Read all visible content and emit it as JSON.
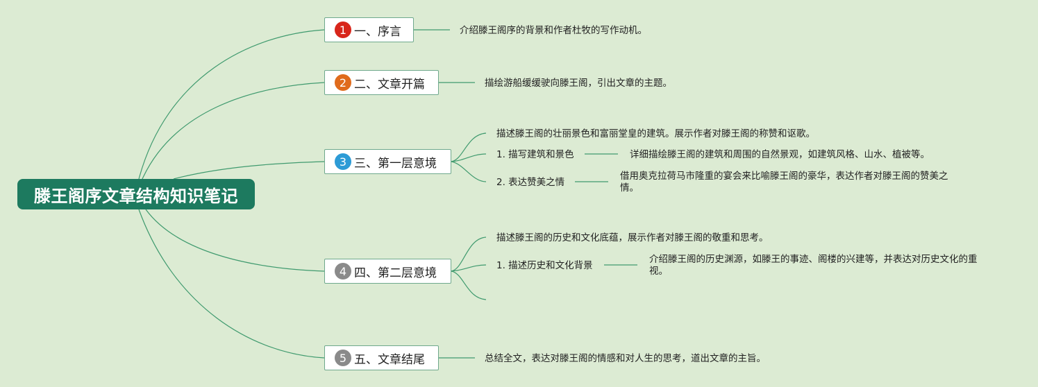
{
  "root": {
    "title": "滕王阁序文章结构知识笔记"
  },
  "colors": {
    "background": "#dcebd3",
    "root_fill": "#1d7a5f",
    "line": "#3f9a6e",
    "badge_1": "#d8261b",
    "badge_2": "#e06b1c",
    "badge_3": "#2d9bd6",
    "badge_4": "#8a8a8a",
    "badge_5": "#8a8a8a"
  },
  "branches": [
    {
      "number": "1",
      "label": "一、序言",
      "note": "介绍滕王阁序的背景和作者杜牧的写作动机。"
    },
    {
      "number": "2",
      "label": "二、文章开篇",
      "note": "描绘游船缓缓驶向滕王阁，引出文章的主题。"
    },
    {
      "number": "3",
      "label": "三、第一层意境",
      "intro": "描述滕王阁的壮丽景色和富丽堂皇的建筑。展示作者对滕王阁的称赞和讴歌。",
      "sub": [
        {
          "label": "1. 描写建筑和景色",
          "detail": "详细描绘滕王阁的建筑和周围的自然景观，如建筑风格、山水、植被等。"
        },
        {
          "label": "2. 表达赞美之情",
          "detail": "借用奥克拉荷马市隆重的宴会来比喻滕王阁的豪华，表达作者对滕王阁的赞美之情。"
        }
      ]
    },
    {
      "number": "4",
      "label": "四、第二层意境",
      "intro": "描述滕王阁的历史和文化底蕴，展示作者对滕王阁的敬重和思考。",
      "sub": [
        {
          "label": "1. 描述历史和文化背景",
          "detail": "介绍滕王阁的历史渊源，如滕王的事迹、阁楼的兴建等，并表达对历史文化的重视。"
        }
      ]
    },
    {
      "number": "5",
      "label": "五、文章结尾",
      "note": "总结全文，表达对滕王阁的情感和对人生的思考，道出文章的主旨。"
    }
  ]
}
